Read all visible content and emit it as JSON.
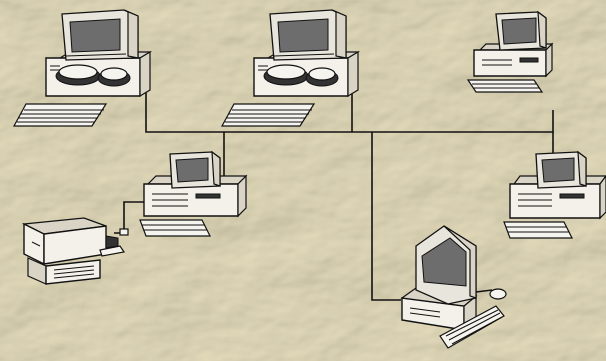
{
  "diagram": {
    "type": "bus network topology",
    "background": {
      "base": "#d7cfb3",
      "light": "#eee9d8",
      "shadow": "#a69c80"
    },
    "line_color": "#111111",
    "nodes": [
      {
        "icon": "workstation-icon",
        "name": "workstation-top-left"
      },
      {
        "icon": "workstation-icon",
        "name": "workstation-top-center"
      },
      {
        "icon": "desktop-pc-icon",
        "name": "pc-top-right"
      },
      {
        "icon": "desktop-pc-icon",
        "name": "pc-middle-left"
      },
      {
        "icon": "desktop-pc-icon",
        "name": "pc-middle-right"
      },
      {
        "icon": "printer-icon",
        "name": "printer"
      },
      {
        "icon": "workstation-icon",
        "name": "workstation-bottom"
      }
    ]
  }
}
